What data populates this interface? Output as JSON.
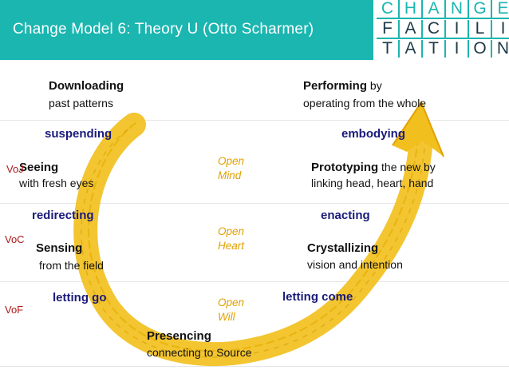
{
  "header": {
    "title": "Change Model 6: Theory U (Otto Scharmer)",
    "logo_rows": [
      [
        "C",
        "H",
        "A",
        "N",
        "G",
        "E"
      ],
      [
        "F",
        "A",
        "C",
        "I",
        "L",
        "I"
      ],
      [
        "T",
        "A",
        "T",
        "I",
        "O",
        "N"
      ]
    ]
  },
  "colors": {
    "banner": "#1bb6b0",
    "arrow": "#f2c01e",
    "verbs": "#1a1a7a",
    "open": "#e0a000",
    "voices": "#b01818"
  },
  "left": {
    "downloading": {
      "title": "Downloading",
      "sub": "past patterns"
    },
    "suspending": "suspending",
    "seeing": {
      "title": "Seeing",
      "sub": "with fresh eyes"
    },
    "redirecting": "redirecting",
    "sensing": {
      "title": "Sensing",
      "sub": "from the field"
    },
    "letting_go": "letting go"
  },
  "bottom": {
    "presencing": {
      "title": "Presencing",
      "sub": "connecting to Source"
    }
  },
  "right": {
    "performing": {
      "title": "Performing",
      "by": " by",
      "sub": "operating from the whole"
    },
    "embodying": "embodying",
    "prototyping": {
      "title": "Prototyping",
      "rest": " the new by",
      "sub": "linking head, heart, hand"
    },
    "enacting": "enacting",
    "crystallizing": {
      "title": "Crystallizing",
      "sub": "vision and intention"
    },
    "letting_come": "letting come"
  },
  "center": {
    "open_mind": [
      "Open",
      "Mind"
    ],
    "open_heart": [
      "Open",
      "Heart"
    ],
    "open_will": [
      "Open",
      "Will"
    ]
  },
  "voices": {
    "voj": "VoJ",
    "voc": "VoC",
    "vof": "VoF"
  }
}
